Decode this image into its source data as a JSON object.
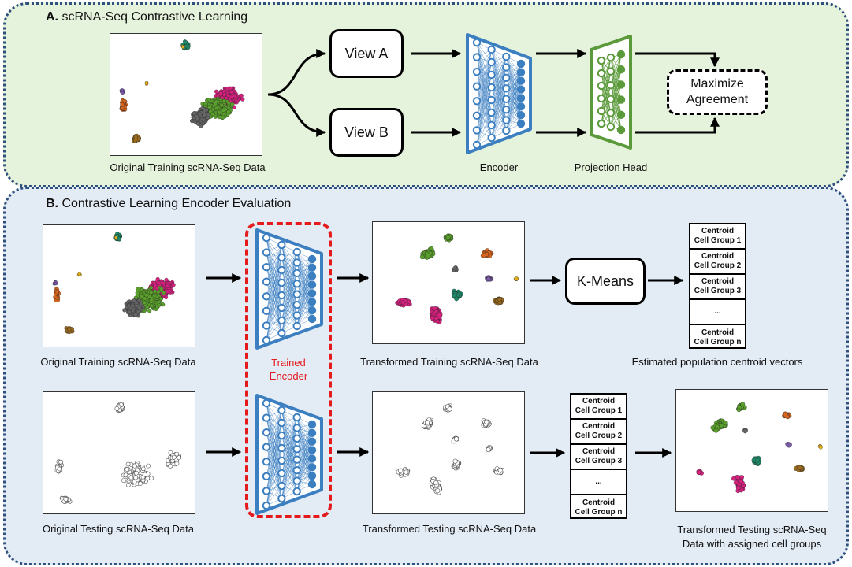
{
  "panel_a": {
    "letter": "A.",
    "title": "scRNA-Seq Contrastive Learning",
    "plot_caption": "Original Training  scRNA-Seq Data",
    "view_a": "View A",
    "view_b": "View B",
    "maximize_line1": "Maximize",
    "maximize_line2": "Agreement",
    "encoder_label": "Encoder",
    "projection_label": "Projection Head"
  },
  "panel_b": {
    "letter": "B.",
    "title": "Contrastive Learning Encoder Evaluation",
    "orig_train_caption": "Original Training  scRNA-Seq Data",
    "orig_test_caption": "Original Testing scRNA-Seq Data",
    "trained_encoder_line1": "Trained",
    "trained_encoder_line2": "Encoder",
    "trans_train_caption": "Transformed Training scRNA-Seq Data",
    "trans_test_caption": "Transformed Testing scRNA-Seq Data",
    "kmeans_label": "K-Means",
    "centroid_caption": "Estimated population centroid vectors",
    "result_caption_line1": "Transformed Testing scRNA-Seq",
    "result_caption_line2": "Data with assigned cell groups"
  },
  "centroids": [
    {
      "line1": "Centroid",
      "line2": "Cell Group 1"
    },
    {
      "line1": "Centroid",
      "line2": "Cell Group 2"
    },
    {
      "line1": "Centroid",
      "line2": "Cell Group 3"
    },
    {
      "line1": "...",
      "line2": ""
    },
    {
      "line1": "Centroid",
      "line2": "Cell Group n"
    }
  ],
  "colors": {
    "panel_a_bg": "#e6f3dc",
    "panel_b_bg": "#e3ebf5",
    "encoder_blue": "#3c7fc1",
    "projection_green": "#5a9a3a",
    "trained_red": "#e41a1c",
    "cluster_green": "#5aa02c",
    "cluster_magenta": "#d6217f",
    "cluster_gray": "#666666",
    "cluster_orange": "#d9661f",
    "cluster_brown": "#9a6a1f",
    "cluster_teal": "#1f8a6a",
    "cluster_purple": "#7a5aa8",
    "cluster_yellow": "#e8b21a"
  }
}
